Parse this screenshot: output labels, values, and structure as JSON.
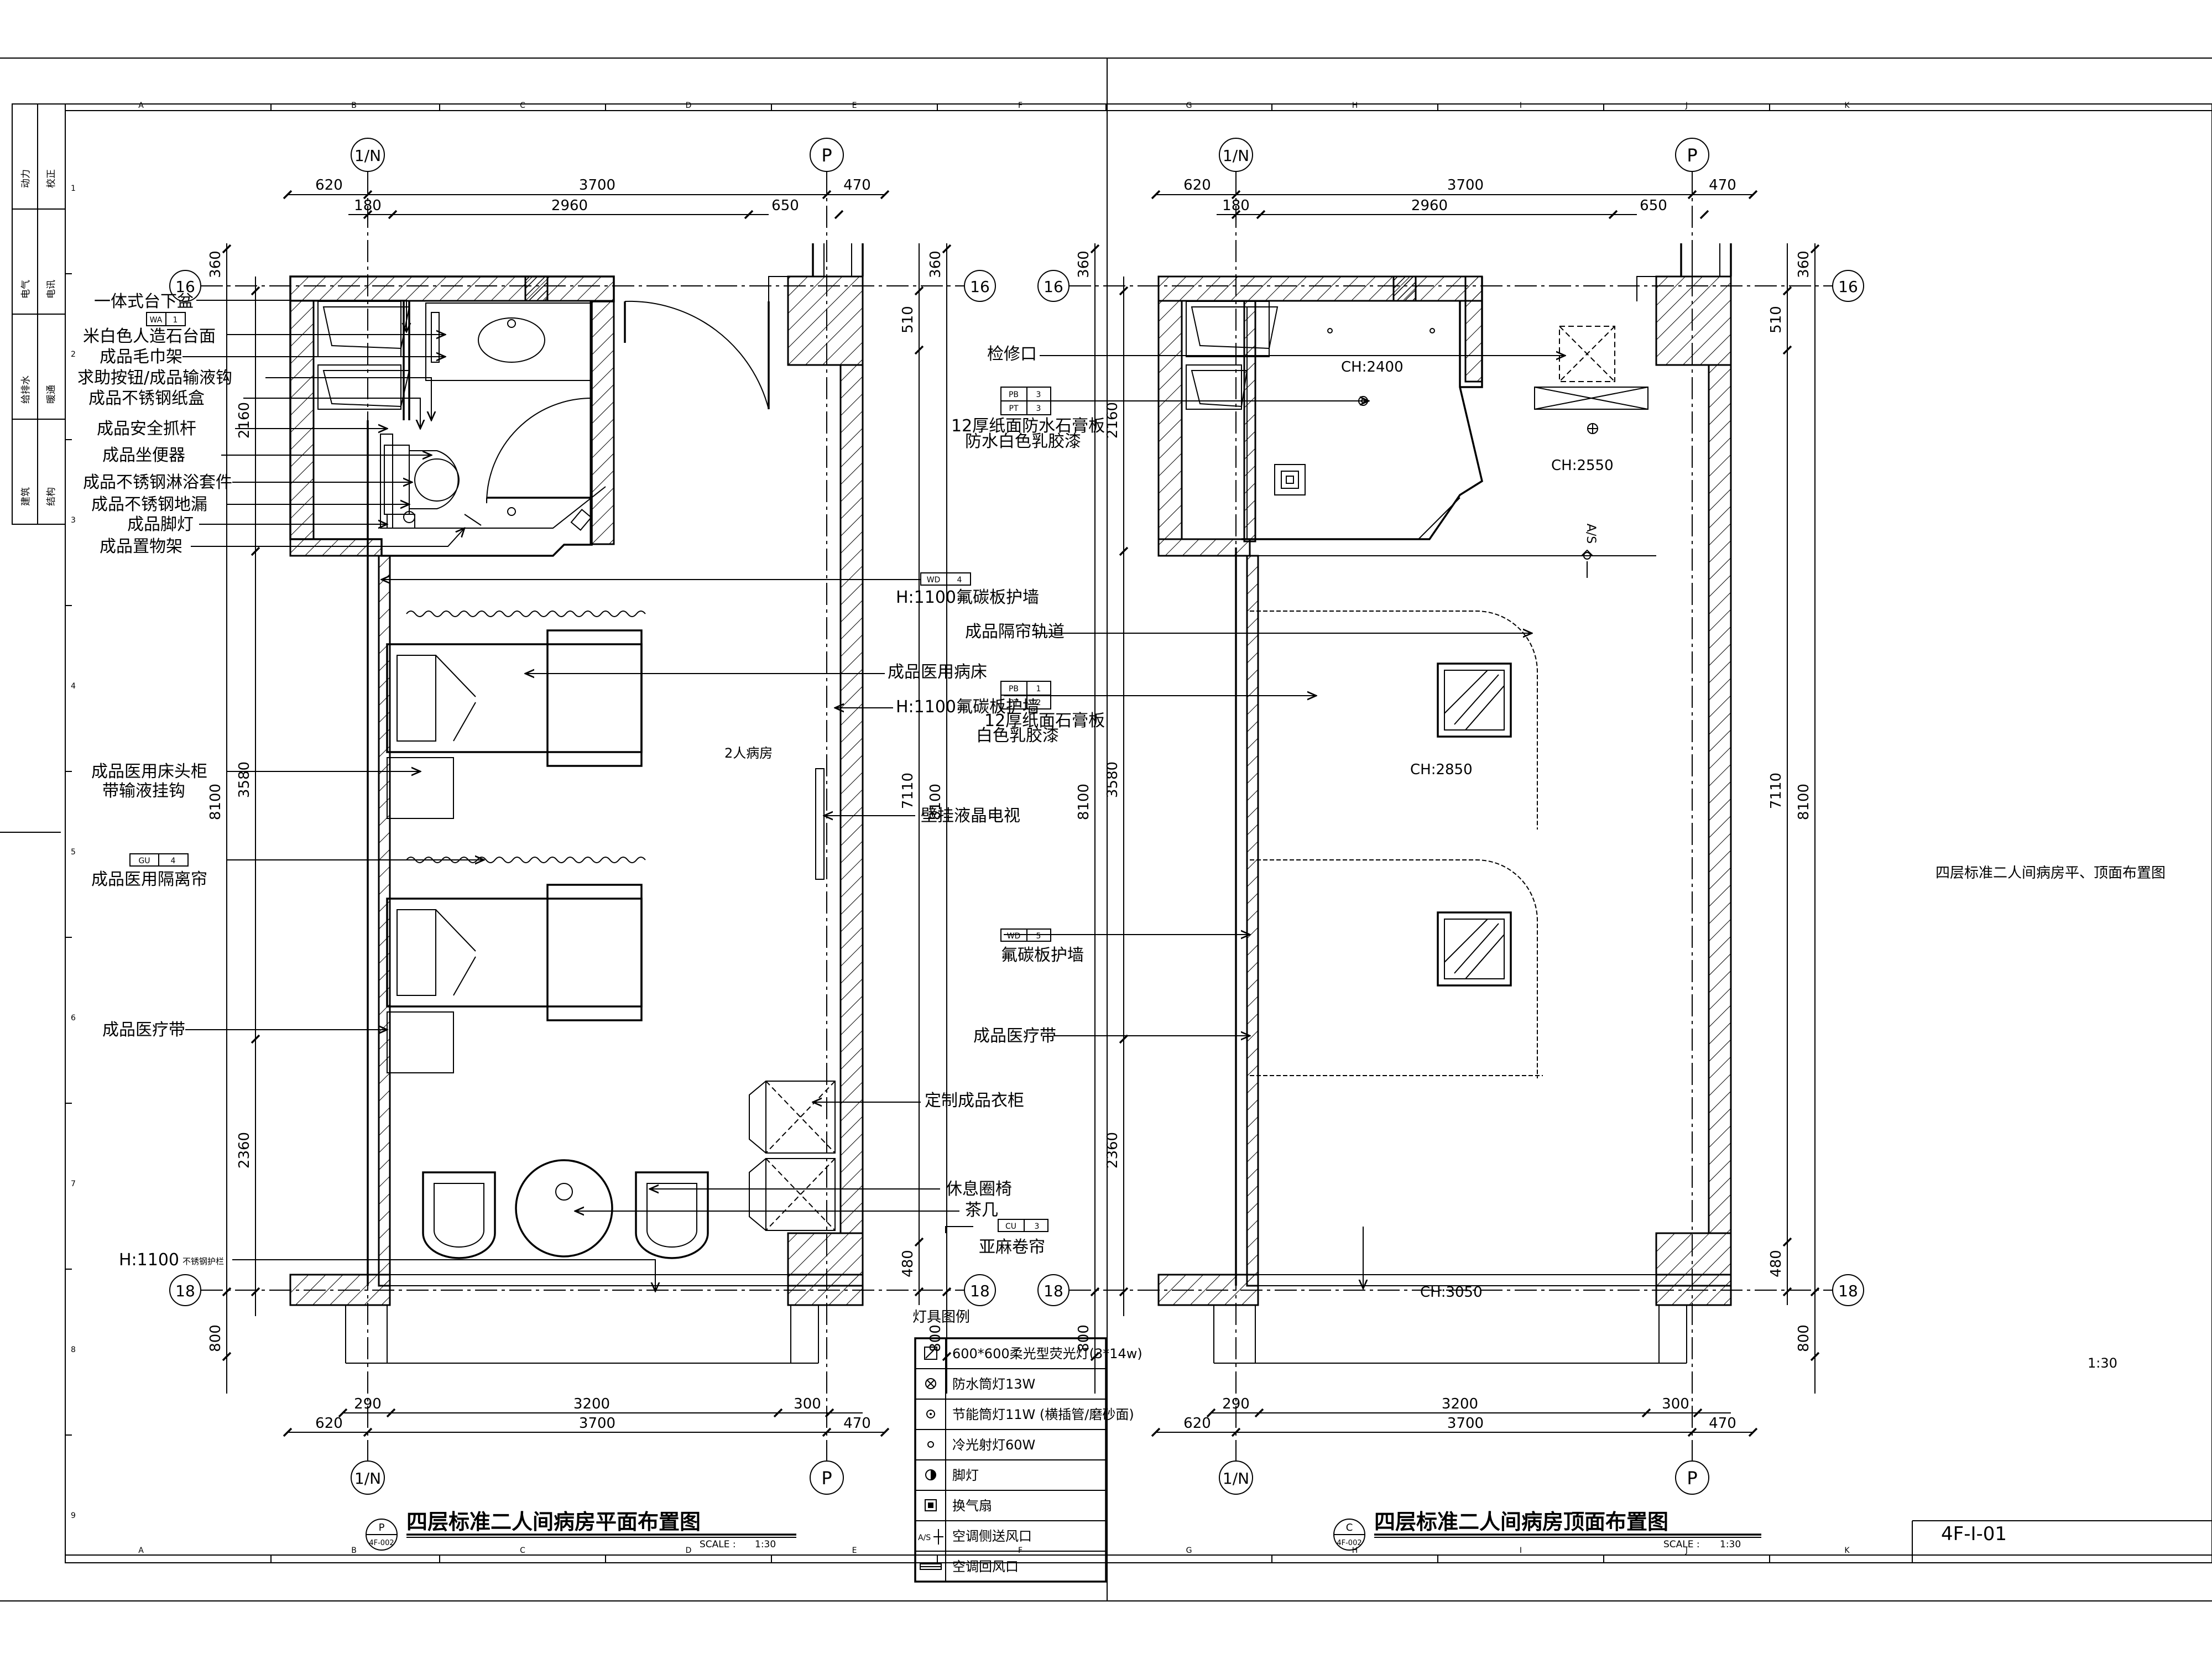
{
  "sheet": {
    "sheet_number": "4F-I-01",
    "scale_note": "1:30",
    "side_title": "四层标准二人间病房平、顶面布置图",
    "column_letters": [
      "A",
      "B",
      "C",
      "D",
      "E",
      "F",
      "G",
      "H",
      "I",
      "J",
      "K"
    ],
    "row_numbers": [
      "1",
      "2",
      "3",
      "4",
      "5",
      "6",
      "7",
      "8",
      "9"
    ],
    "revision_block": [
      {
        "a": "校正",
        "b": "动力"
      },
      {
        "a": "电讯",
        "b": "电气"
      },
      {
        "a": "暖通",
        "b": "给排水"
      },
      {
        "a": "结构",
        "b": "建筑"
      }
    ]
  },
  "plan": {
    "title": "四层标准二人间病房平面布置图",
    "title_badge": "P",
    "title_code": "4F-002",
    "scale_label": "SCALE :",
    "scale_value": "1:30",
    "axis_top_left": "1/N",
    "axis_top_right": "P",
    "axis_row_top": "16",
    "axis_row_bottom": "18",
    "dims_top": [
      "620",
      "3700",
      "470",
      "180",
      "2960",
      "650"
    ],
    "dims_bottom": [
      "290",
      "3200",
      "300",
      "620",
      "3700",
      "470"
    ],
    "dims_left": [
      "360",
      "2160",
      "8100",
      "3580",
      "2360",
      "800"
    ],
    "dims_right": [
      "360",
      "510",
      "7110",
      "8100",
      "480",
      "800"
    ],
    "room_name": "2人病房",
    "left_labels": [
      "一体式台下盆",
      "米白色人造石台面",
      "成品毛巾架",
      "求助按钮/成品输液钩",
      "成品不锈钢纸盒",
      "成品安全抓杆",
      "成品坐便器",
      "成品不锈钢淋浴套件",
      "成品不锈钢地漏",
      "成品脚灯",
      "成品置物架",
      "成品医用床头柜",
      "带输液挂钩",
      "成品医用隔离帘",
      "成品医疗带"
    ],
    "left_tags": [
      {
        "code": "WA",
        "num": "1"
      },
      {
        "code": "GU",
        "num": "4"
      }
    ],
    "handrail_height": "H:1100",
    "handrail_note": "不锈钢护栏",
    "right_labels": [
      "H:1100氟碳板护墙",
      "成品医用病床",
      "H:1100氟碳板护墙",
      "壁挂液晶电视",
      "定制成品衣柜",
      "休息圈椅",
      "茶几",
      "亚麻卷帘"
    ],
    "right_tags": [
      {
        "code": "WD",
        "num": "4"
      },
      {
        "code": "CU",
        "num": "3"
      }
    ]
  },
  "ceiling": {
    "title": "四层标准二人间病房顶面布置图",
    "title_badge": "C",
    "title_code": "4F-002",
    "scale_label": "SCALE :",
    "scale_value": "1:30",
    "axis_top_left": "1/N",
    "axis_top_right": "P",
    "axis_row_top": "16",
    "axis_row_bottom": "18",
    "dims_top": [
      "620",
      "3700",
      "470",
      "180",
      "2960",
      "650"
    ],
    "dims_bottom": [
      "290",
      "3200",
      "300",
      "620",
      "3700",
      "470"
    ],
    "dims_left": [
      "360",
      "2160",
      "8100",
      "3580",
      "2360",
      "800"
    ],
    "dims_right": [
      "360",
      "510",
      "7110",
      "8100",
      "480",
      "800"
    ],
    "ceiling_heights": [
      "CH:2400",
      "CH:2550",
      "CH:2850",
      "CH:3050"
    ],
    "ac_mark": "A/S",
    "labels": [
      "检修口",
      "12厚纸面防水石膏板",
      "防水白色乳胶漆",
      "成品隔帘轨道",
      "12厚纸面石膏板",
      "白色乳胶漆",
      "氟碳板护墙",
      "成品医疗带"
    ],
    "tags": [
      {
        "code": "PB",
        "num": "3"
      },
      {
        "code": "PT",
        "num": "3"
      },
      {
        "code": "PB",
        "num": "1"
      },
      {
        "code": "PT",
        "num": "2"
      },
      {
        "code": "WD",
        "num": "5"
      }
    ]
  },
  "legend": {
    "title": "灯具图例",
    "items": [
      {
        "icon": "grid-light-icon",
        "label": "600*600柔光型荧光灯(3*14w)"
      },
      {
        "icon": "waterproof-downlight-icon",
        "label": "防水筒灯13W"
      },
      {
        "icon": "energy-downlight-icon",
        "label": "节能筒灯11W (横插管/磨砂面)"
      },
      {
        "icon": "spotlight-icon",
        "label": "冷光射灯60W"
      },
      {
        "icon": "foot-light-icon",
        "label": "脚灯"
      },
      {
        "icon": "exhaust-fan-icon",
        "label": "换气扇"
      },
      {
        "icon": "ac-side-supply-icon",
        "label": "空调侧送风口",
        "mark": "A/S"
      },
      {
        "icon": "ac-return-icon",
        "label": "空调回风口"
      }
    ]
  }
}
